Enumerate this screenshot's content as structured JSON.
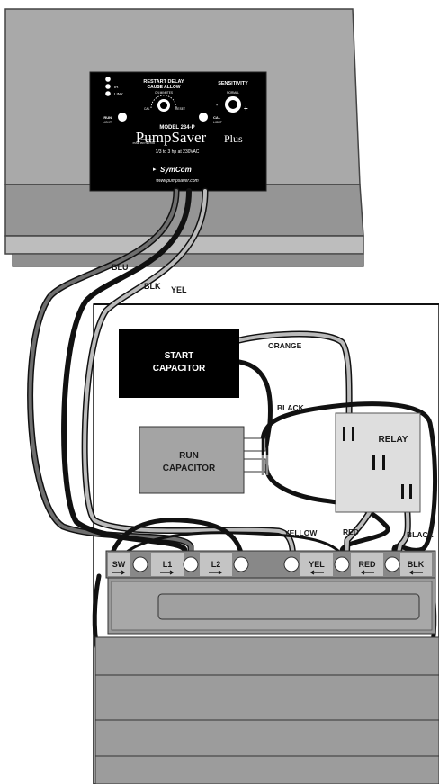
{
  "controller": {
    "indicators": [
      "IR",
      "LINK"
    ],
    "restart_title": "RESTART DELAY",
    "restart_subtitle": "CAUSE ALLOW",
    "restart_scale": "ON MINUTES",
    "sensitivity_title": "SENSITIVITY",
    "sensitivity_scale": "NORMAL",
    "cal_label": "CAL",
    "reset_label": "RESET",
    "minus": "-",
    "plus": "+",
    "run_light": [
      "RUN",
      "LIGHT"
    ],
    "cal_light": [
      "CAL",
      "LIGHT"
    ],
    "model": "MODEL 234-P",
    "brand_main": "PumpSaver",
    "brand_plus": "Plus",
    "brand_left_small": [
      "SUBMERSIBLE",
      "PUMP PROTECTOR"
    ],
    "rating": "1/3 to 3 hp at 230VAC",
    "maker": "SymCom",
    "website": "www.pumpsaver.com"
  },
  "wires": {
    "blu": "BLU",
    "blk": "BLK",
    "yel": "YEL",
    "orange": "ORANGE",
    "black_upper": "BLACK",
    "yellow": "YELLOW",
    "red": "RED",
    "black_right": "BLACK"
  },
  "components": {
    "start_capacitor": [
      "START",
      "CAPACITOR"
    ],
    "run_capacitor": [
      "RUN",
      "CAPACITOR"
    ],
    "relay": "RELAY"
  },
  "terminals": [
    "SW",
    "L1",
    "L2",
    "YEL",
    "RED",
    "BLK"
  ],
  "colors": {
    "housing": "#a8a8a8",
    "housing_dark": "#8a8a8a",
    "panel": "#000000",
    "wire_black": "#111111",
    "wire_gray": "#6e6e6e",
    "wire_light": "#b8b8b8"
  }
}
